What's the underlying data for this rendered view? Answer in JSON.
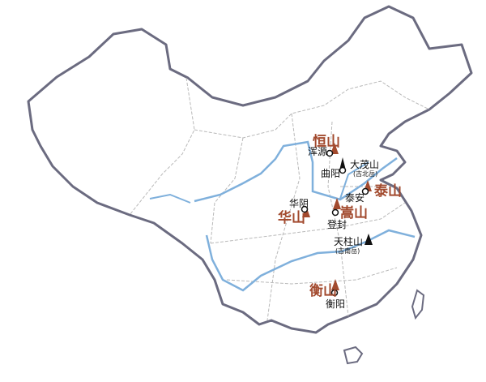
{
  "colors": {
    "border": "#6b6b80",
    "province": "#b9b9b9",
    "river": "#7fb0dc",
    "mountain_current": "#a24a2e",
    "mountain_ancient": "#111111"
  },
  "mountains": {
    "hengshan_north": {
      "name": "恒山",
      "city": "浑源"
    },
    "damaoshan": {
      "name": "大茂山",
      "note": "(古北岳)",
      "city": "曲阳"
    },
    "taishan": {
      "name": "泰山",
      "city": "泰安"
    },
    "huashan": {
      "name": "华山",
      "city": "华阴"
    },
    "songshan": {
      "name": "嵩山",
      "city": "登封"
    },
    "tianzhushan": {
      "name": "天柱山",
      "note": "(古南岳)"
    },
    "hengshan_south": {
      "name": "衡山",
      "city": "衡阳"
    }
  }
}
